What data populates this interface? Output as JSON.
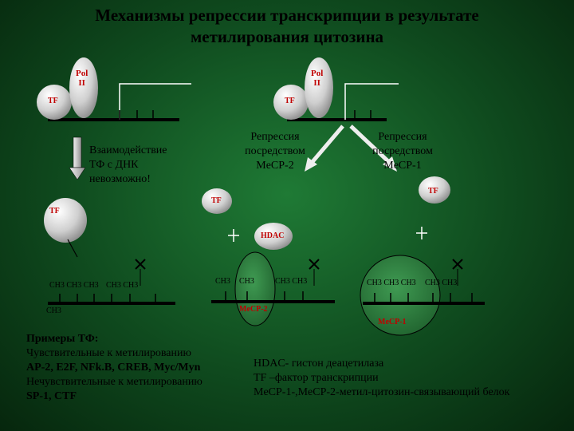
{
  "title": {
    "line1": "Механизмы репрессии транскрипции в результате",
    "line2": "метилирования цитозина"
  },
  "labels": {
    "pol_left_1": "Pol",
    "pol_left_2": "II",
    "pol_right_1": "Pol",
    "pol_right_2": "II",
    "tf_top_left": "TF",
    "tf_top_right": "TF",
    "tf_mid_left": "TF",
    "tf_mid_center": "TF",
    "tf_mid_right": "TF",
    "hdac": "HDAC",
    "mecp2": "MeCP-2",
    "mecp1": "MeCP-1"
  },
  "captions": {
    "interaction_1": "Взаимодействие",
    "interaction_2": "ТФ с ДНК",
    "interaction_3": "невозможно!",
    "repress_mecp2_1": "Репрессия",
    "repress_mecp2_2": "посредством",
    "repress_mecp2_3": "MeCP-2",
    "repress_mecp1_1": "Репрессия",
    "repress_mecp1_2": "посредством",
    "repress_mecp1_3": "MeCP-1"
  },
  "methyl": {
    "left_group_1": "CH3 CH3 CH3",
    "left_group_2": "CH3 CH3",
    "left_below": "CH3",
    "center_1": "CH3",
    "center_2": "CH3",
    "center_3": "CH3 CH3",
    "right_1": "CH3 CH3 CH3",
    "right_2": "CH3 CH3"
  },
  "examples": {
    "heading": "Примеры ТФ:",
    "sensitive_label": "Чувствительные к метилированию",
    "sensitive_list": "AP-2, E2F, NFk.B, CREB, Myc/Myn",
    "insensitive_label": "Нечувствительные к метилированию",
    "insensitive_list": "SP-1, CTF"
  },
  "legend": {
    "hdac": "HDAC- гистон деацетилаза",
    "tf": "TF –фактор транскрипции",
    "mecp": "MeCP-1-,MeCP-2-метил-цитозин-связывающий белок"
  },
  "colors": {
    "background": "#1a6b2e",
    "red_label": "#c00000",
    "protein_fill": "#d9d9d9",
    "mecp_fill": "#2e7d3c"
  }
}
